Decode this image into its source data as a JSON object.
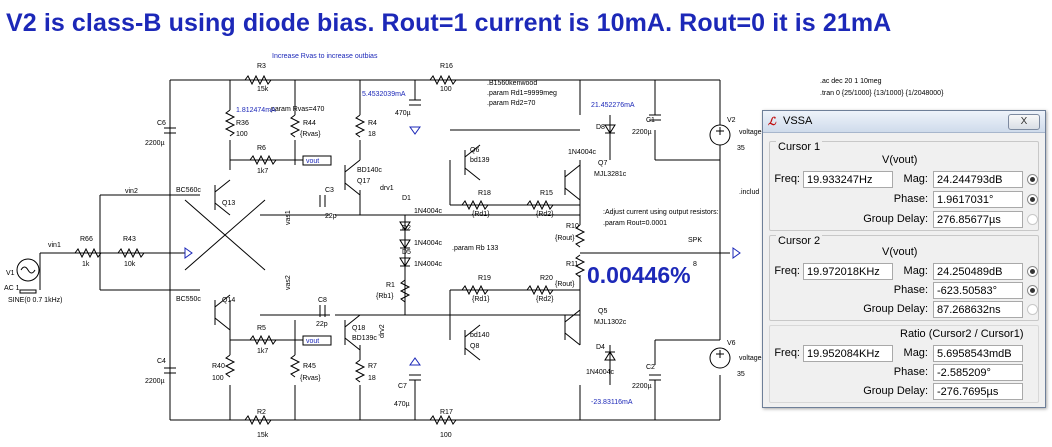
{
  "title": "V2 is class-B using diode bias. Rout=1 current is 10mA. Rout=0 it is 21mA",
  "schematic": {
    "note_rvas": "Increase Rvas to increase outbias",
    "note_rout": ":Adjust current using output resistors:",
    "param_rout": ".param Rout=0.0001",
    "param_rb": ".param Rb 133",
    "param_block": [
      ".B1560kenwood",
      ".param Rd1=9999meg",
      ".param Rd2=70"
    ],
    "param_rvas": ".param Rvas=470",
    "directives": [
      ".ac dec 20 1 10meg",
      ".tran 0 {25/1000} {13/1000} {1/2048000}"
    ],
    "include": ".includ",
    "readout": "0.00446%",
    "probes": {
      "r36": "1.812474mA",
      "c10": "5.4532039mA",
      "top_right": "21.452276mA",
      "bottom": "-23.83116mA"
    },
    "components": {
      "r3": "R3",
      "r3v": "15k",
      "r16": "R16",
      "r16v": "100",
      "c6": "C6",
      "c6v": "2200µ",
      "r36": "R36",
      "r36v": "100",
      "r44": "R44",
      "r44v": "{Rvas}",
      "r4": "R4",
      "r4v": "18",
      "c10v": "470µ",
      "c1": "C1",
      "c1v": "2200µ",
      "v2": "V2",
      "v2v": "35",
      "voltage": "voltage",
      "r6": "R6",
      "r6v": "1k7",
      "vout": "vout",
      "q17": "BD140c",
      "q17n": "Q17",
      "q6": "Q6",
      "q6p": "bd139",
      "d8": "D8",
      "d8p": "1N4004c",
      "q7": "Q7",
      "q7p": "MJL3281c",
      "vin2": "vin2",
      "q13p": "BC560c",
      "q13": "Q13",
      "c3": "C3",
      "c3v": "22p",
      "drv1": "drv1",
      "d1": "D1",
      "d1p": "1N4004c",
      "r18": "R18",
      "r18v": "{Rd1}",
      "r15": "R15",
      "r15v": "{Rd2}",
      "r10": "R10",
      "r10v": "{Rout}",
      "vin1": "vin1",
      "r66": "R66",
      "r66v": "1k",
      "r43": "R43",
      "r43v": "10k",
      "v1": "V1",
      "ac": "AC 1",
      "sine": "SINE(0 0.7 1kHz)",
      "vas1": "vas1",
      "vas2": "vas2",
      "d2": "D2",
      "d2p": "1N4004c",
      "d5": "D5",
      "d5p": "1N4004c",
      "r1": "R1",
      "r1v": "{Rb1}",
      "r11": "R11",
      "r11v": "{Rout}",
      "spk": "SPK",
      "spkv": "8",
      "r19": "R19",
      "r19v": "{Rd1}",
      "r20": "R20",
      "r20v": "{Rd2}",
      "q14p": "BC550c",
      "q14": "Q14",
      "c8": "C8",
      "c8v": "22p",
      "q18": "Q18",
      "q18p": "BD139c",
      "drv2": "drv2",
      "q8p": "bd140",
      "q8": "Q8",
      "q5": "Q5",
      "q5p": "MJL1302c",
      "d4": "D4",
      "d4p": "1N4004c",
      "r5": "R5",
      "r5v": "1k7",
      "r45": "R45",
      "r45v": "{Rvas}",
      "r40": "R40",
      "r40v": "100",
      "r7": "R7",
      "r7v": "18",
      "c4": "C4",
      "c4v": "2200µ",
      "c7": "C7",
      "c7v": "470µ",
      "c2": "C2",
      "c2v": "2200µ",
      "v6": "V6",
      "v6v": "35",
      "r2": "R2",
      "r2v": "15k",
      "r17": "R17",
      "r17v": "100"
    }
  },
  "window": {
    "title": "VSSA",
    "close": "X",
    "cursor1": {
      "group": "Cursor 1",
      "header": "V(vout)",
      "freq_label": "Freq:",
      "freq": "19.933247Hz",
      "mag_label": "Mag:",
      "mag": "24.244793dB",
      "phase_label": "Phase:",
      "phase": "1.9617031°",
      "gd_label": "Group Delay:",
      "gd": "276.85677µs"
    },
    "cursor2": {
      "group": "Cursor 2",
      "header": "V(vout)",
      "freq_label": "Freq:",
      "freq": "19.972018KHz",
      "mag_label": "Mag:",
      "mag": "24.250489dB",
      "phase_label": "Phase:",
      "phase": "-623.50583°",
      "gd_label": "Group Delay:",
      "gd": "87.268632ns"
    },
    "ratio": {
      "header": "Ratio (Cursor2 / Cursor1)",
      "freq_label": "Freq:",
      "freq": "19.952084KHz",
      "mag_label": "Mag:",
      "mag": "5.6958543mdB",
      "phase_label": "Phase:",
      "phase": "-2.585209°",
      "gd_label": "Group Delay:",
      "gd": "-276.7695µs"
    }
  }
}
